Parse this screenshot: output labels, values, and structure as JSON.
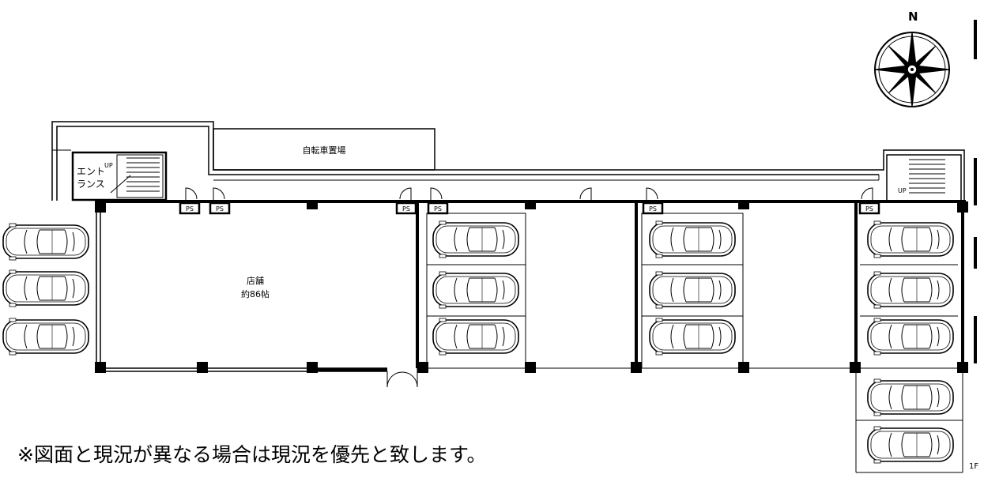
{
  "compass": {
    "north_label": "N"
  },
  "rooms": {
    "bicycle_parking": "自転車置場",
    "entrance_line1": "エント",
    "entrance_line2": "ランス",
    "store_name": "店舗",
    "store_area": "約86帖"
  },
  "stairs": {
    "up_label": "UP"
  },
  "ps_label": "PS",
  "floor_label": "1F",
  "note": "※図面と現況が異なる場合は現況を優先と致します。"
}
